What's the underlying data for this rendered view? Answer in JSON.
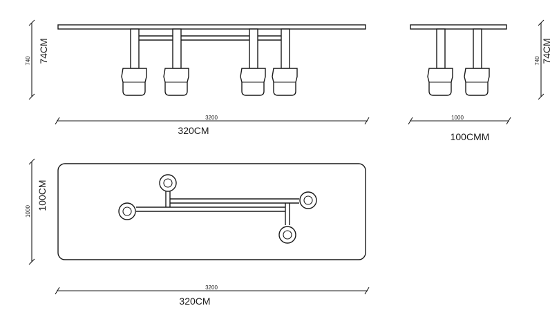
{
  "front_view": {
    "height_small": "740",
    "height_large": "74CM",
    "width_small": "3200",
    "width_large": "320CM"
  },
  "side_view": {
    "height_small": "740",
    "height_large": "74CM",
    "width_small": "1000",
    "width_large": "100CMM"
  },
  "top_view": {
    "height_small": "1000",
    "height_large": "100CM",
    "width_small": "3200",
    "width_large": "320CM"
  }
}
